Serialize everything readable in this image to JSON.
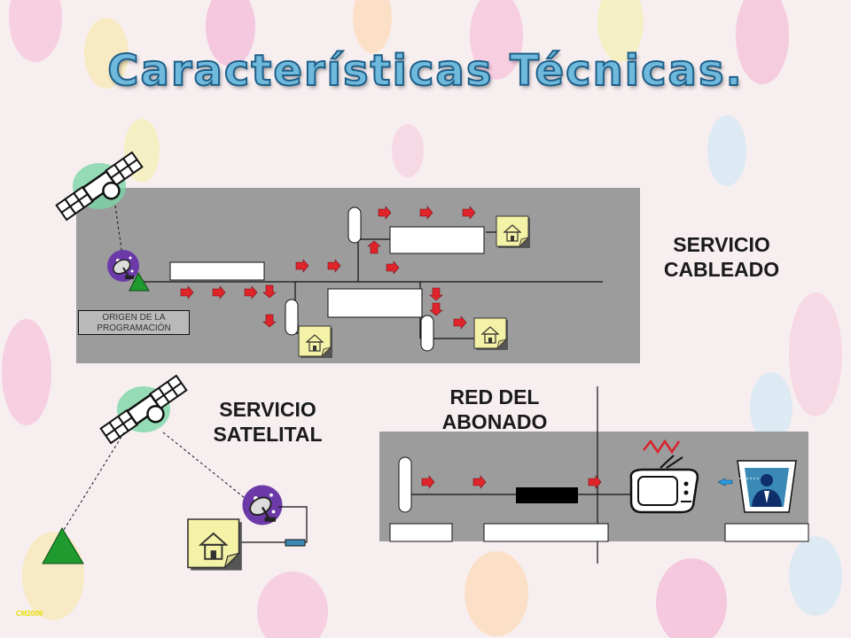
{
  "title": "Características Técnicas.",
  "labels": {
    "servicio_cableado": [
      "SERVICIO",
      "CABLEADO"
    ],
    "servicio_satelital": [
      "SERVICIO",
      "SATELITAL"
    ],
    "red_del_abonado": [
      "RED DEL",
      "ABONADO"
    ],
    "origen": "ORIGEN DE LA PROGRAMACIÓN"
  },
  "watermark": "CM2009",
  "colors": {
    "panel": "#9c9c9c",
    "arrow": "#e0242b",
    "triangle": "#1e9a2e",
    "satellite_panel": "#ffffff",
    "satellite_glow": "#7ad6a8",
    "house": "#f4f2a6",
    "title_fill": "#6fb9dd",
    "title_stroke": "#1f5f88",
    "small_arrow": "#2a9ce0"
  },
  "icons": {
    "satellite": "satellite-icon",
    "dish": "satellite-dish-icon",
    "house": "house-icon",
    "tv": "television-icon",
    "viewer": "viewer-icon",
    "tower": "transmitter-triangle-icon"
  }
}
